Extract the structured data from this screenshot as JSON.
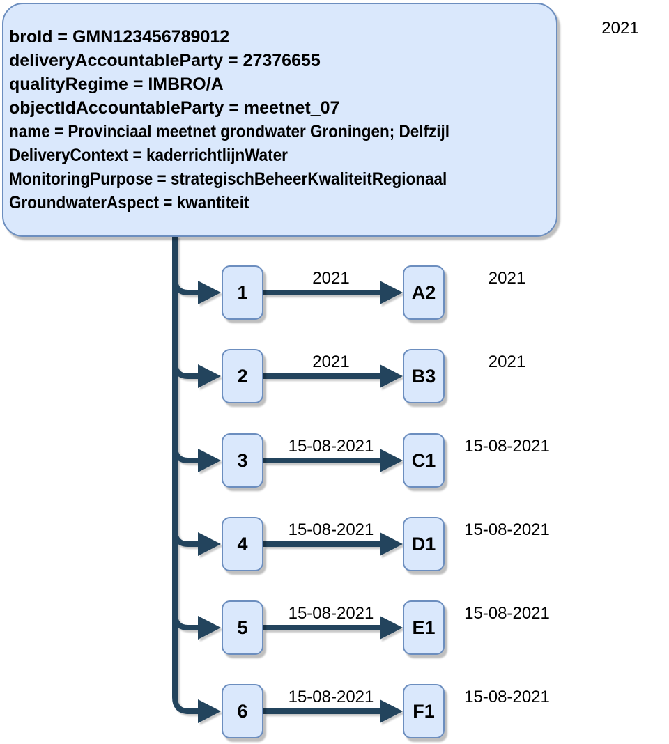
{
  "info_box": {
    "lines": [
      "broId = GMN123456789012",
      "deliveryAccountableParty = 27376655",
      "qualityRegime = IMBRO/A",
      "objectIdAccountableParty = meetnet_07",
      "name = Provinciaal meetnet grondwater Groningen; Delfzijl",
      "DeliveryContext = kaderrichtlijnWater",
      "MonitoringPurpose = strategischBeheerKwaliteitRegionaal",
      "GroundwaterAspect = kwantiteit"
    ]
  },
  "corner_year_label": "2021",
  "rows": [
    {
      "source": "1",
      "edge_label": "2021",
      "target": "A2",
      "right_label": "2021"
    },
    {
      "source": "2",
      "edge_label": "2021",
      "target": "B3",
      "right_label": "2021"
    },
    {
      "source": "3",
      "edge_label": "15-08-2021",
      "target": "C1",
      "right_label": "15-08-2021"
    },
    {
      "source": "4",
      "edge_label": "15-08-2021",
      "target": "D1",
      "right_label": "15-08-2021"
    },
    {
      "source": "5",
      "edge_label": "15-08-2021",
      "target": "E1",
      "right_label": "15-08-2021"
    },
    {
      "source": "6",
      "edge_label": "15-08-2021",
      "target": "F1",
      "right_label": "15-08-2021"
    }
  ],
  "colors": {
    "connector": "#23445d",
    "node_fill": "#dae8fc",
    "node_border": "#6c8ebf",
    "text": "#000000",
    "background": "#ffffff"
  }
}
